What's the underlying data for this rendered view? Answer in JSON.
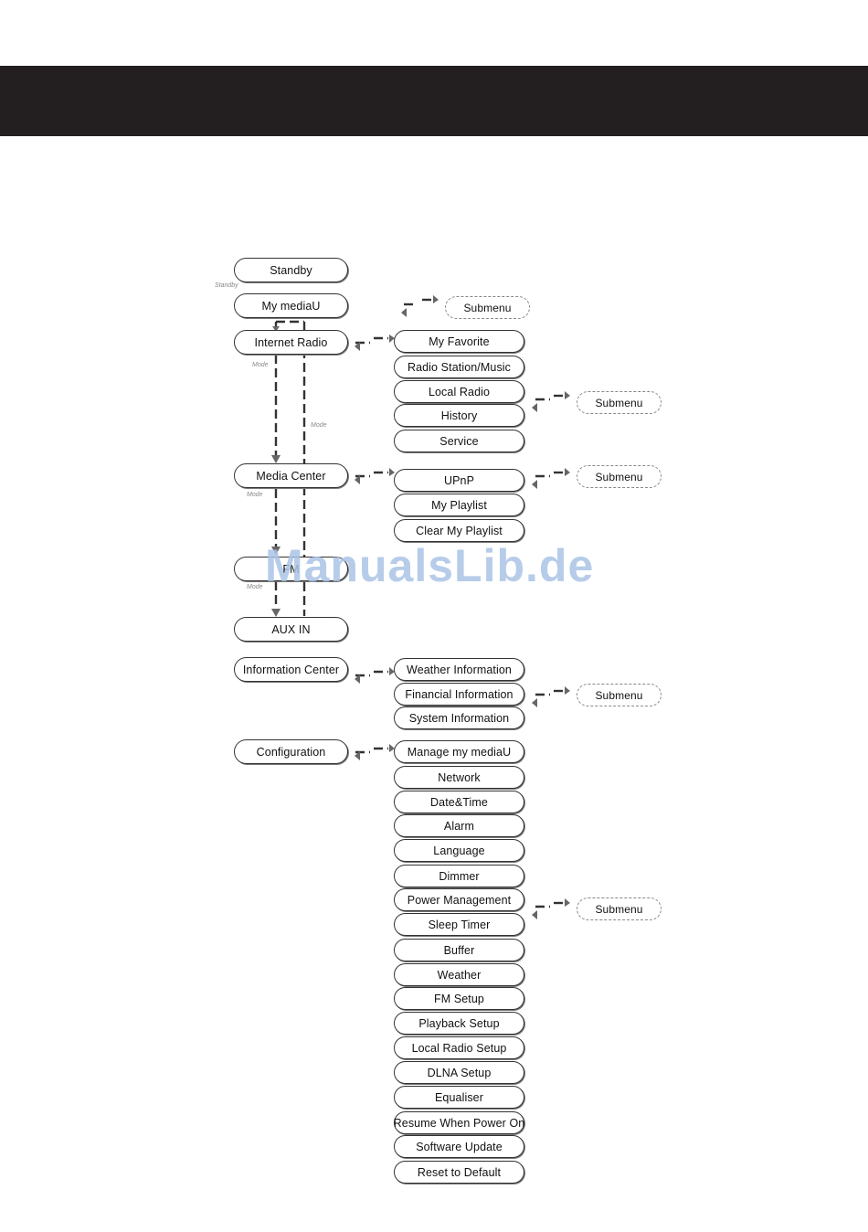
{
  "main_menu": [
    {
      "key": "standby",
      "label": "Standby"
    },
    {
      "key": "my_mediau",
      "label": "My mediaU"
    },
    {
      "key": "internet_radio",
      "label": "Internet Radio"
    },
    {
      "key": "media_center",
      "label": "Media Center"
    },
    {
      "key": "fm",
      "label": "FM"
    },
    {
      "key": "aux_in",
      "label": "AUX IN"
    },
    {
      "key": "information_center",
      "label": "Information Center"
    },
    {
      "key": "configuration",
      "label": "Configuration"
    }
  ],
  "internet_radio_items": [
    "My Favorite",
    "Radio Station/Music",
    "Local Radio",
    "History",
    "Service"
  ],
  "media_center_items": [
    "UPnP",
    "My Playlist",
    "Clear My Playlist"
  ],
  "information_center_items": [
    "Weather Information",
    "Financial Information",
    "System Information"
  ],
  "configuration_items": [
    "Manage my mediaU",
    "Network",
    "Date&Time",
    "Alarm",
    "Language",
    "Dimmer",
    "Power Management",
    "Sleep Timer",
    "Buffer",
    "Weather",
    "FM Setup",
    "Playback Setup",
    "Local Radio Setup",
    "DLNA Setup",
    "Equaliser",
    "Resume When Power On",
    "Software Update",
    "Reset to Default"
  ],
  "submenu_label": "Submenu",
  "small_labels": {
    "standby": "Standby",
    "mode": "Mode"
  },
  "watermark": "ManualsLib.de"
}
